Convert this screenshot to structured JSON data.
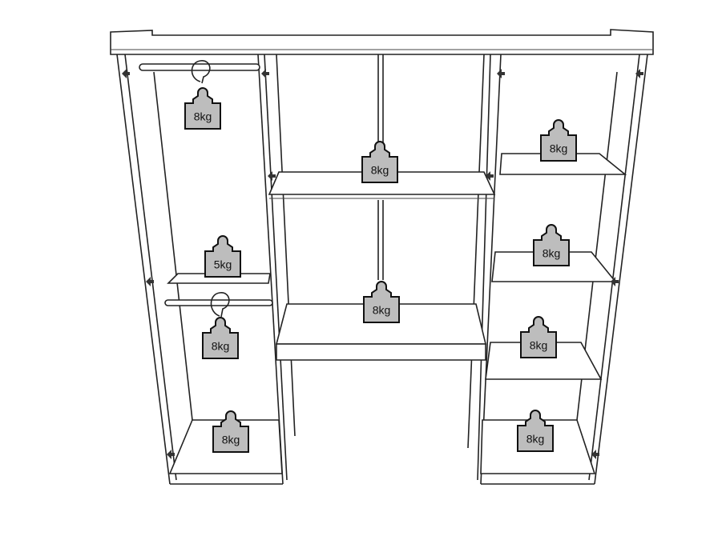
{
  "weights": {
    "left_rail_top": "8kg",
    "center_top": "8kg",
    "right_shelf_1": "8kg",
    "left_shelf": "5kg",
    "right_shelf_2": "8kg",
    "center_bottom": "8kg",
    "left_rail_bottom": "8kg",
    "right_shelf_3": "8kg",
    "left_base": "8kg",
    "right_base": "8kg"
  },
  "colors": {
    "weight_fill": "#bdbdbd",
    "outline": "#222222"
  }
}
